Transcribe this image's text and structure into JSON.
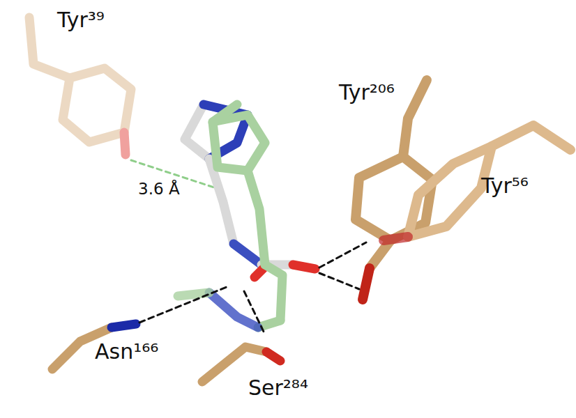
{
  "diagram": {
    "labels": [
      "Tyr³⁹",
      "Tyr²⁰⁶",
      "Tyr⁵⁶",
      "3.6 Å",
      "Asn¹⁶⁶",
      "Ser²⁸⁴"
    ]
  }
}
